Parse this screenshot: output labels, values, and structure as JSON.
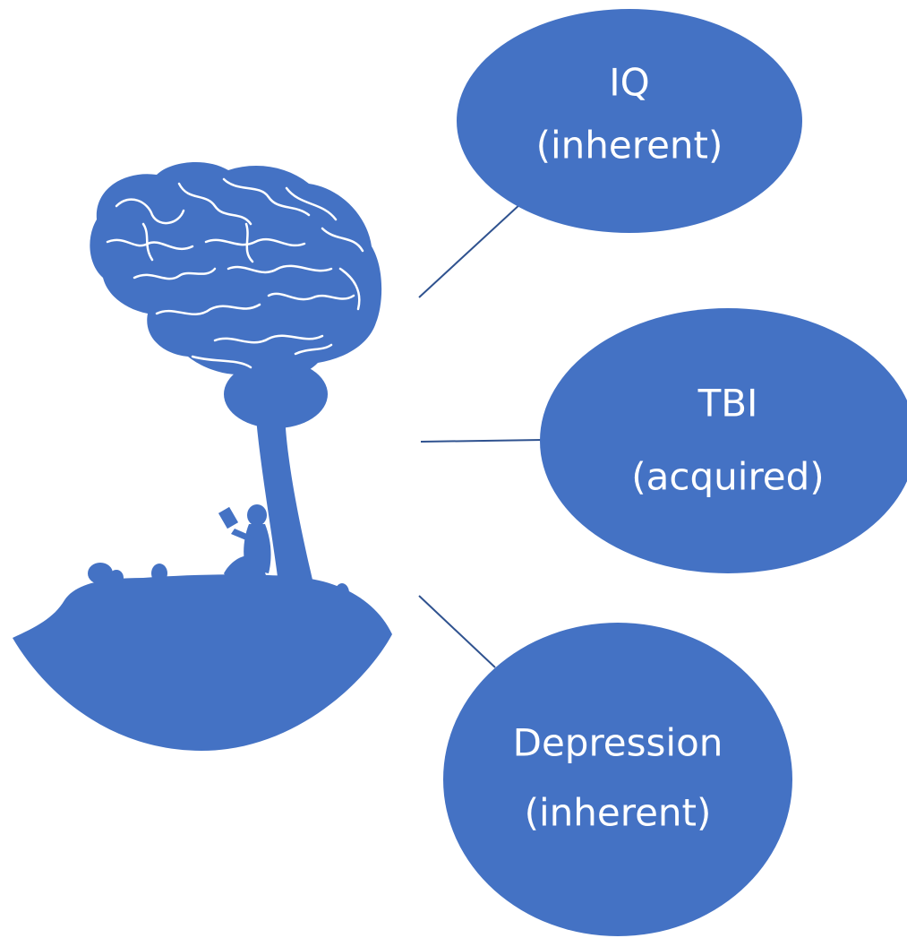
{
  "colors": {
    "primary": "#4472C4",
    "background": "#FFFFFF",
    "connector": "#2F528F",
    "label_text": "#FFFFFF"
  },
  "illustration": {
    "icon": "brain-tree-reader-icon"
  },
  "nodes": [
    {
      "line1": "IQ",
      "line2": "(inherent)"
    },
    {
      "line1": "TBI",
      "line2": "(acquired)"
    },
    {
      "line1": "Depression",
      "line2": "(inherent)"
    }
  ]
}
